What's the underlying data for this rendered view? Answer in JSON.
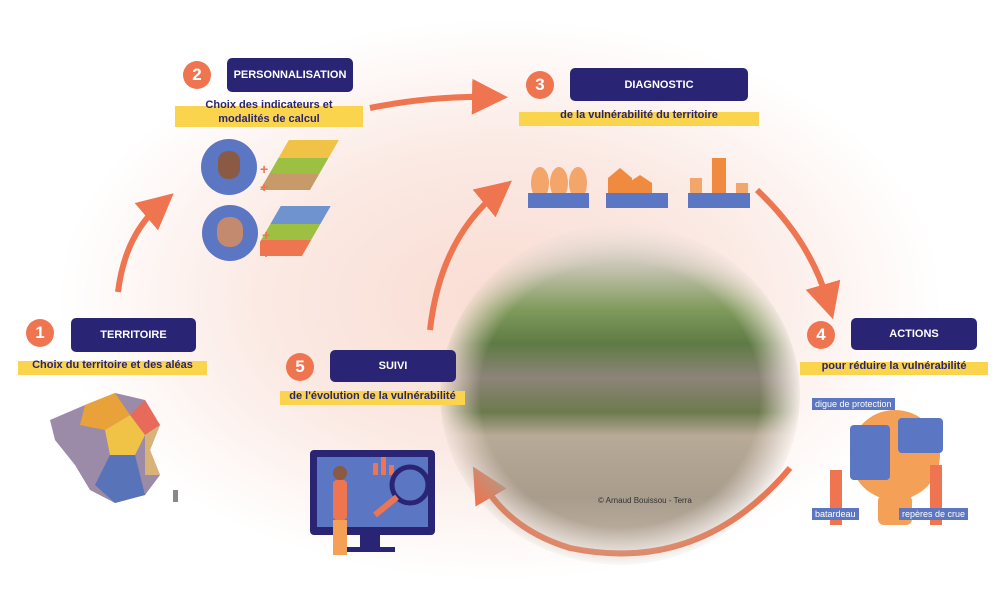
{
  "steps": [
    {
      "num": "1",
      "title": "TERRITOIRE",
      "subtitle": "Choix du territoire et des aléas"
    },
    {
      "num": "2",
      "title": "PERSONNALISATION",
      "subtitle_line1": "Choix des indicateurs et",
      "subtitle_line2": "modalités de calcul"
    },
    {
      "num": "3",
      "title": "DIAGNOSTIC",
      "subtitle": "de la vulnérabilité du territoire"
    },
    {
      "num": "4",
      "title": "ACTIONS",
      "subtitle": "pour réduire la vulnérabilité"
    },
    {
      "num": "5",
      "title": "SUIVI",
      "subtitle": "de l'évolution de la vulnérabilité"
    }
  ],
  "action_tags": [
    "digue de protection",
    "batardeau",
    "repères de crue"
  ],
  "photo_credit": "© Arnaud Bouissou - Terra",
  "colors": {
    "accent": "#ee7550",
    "navy": "#2a2474",
    "highlight": "#f9d44c",
    "blue": "#5b76c2"
  }
}
